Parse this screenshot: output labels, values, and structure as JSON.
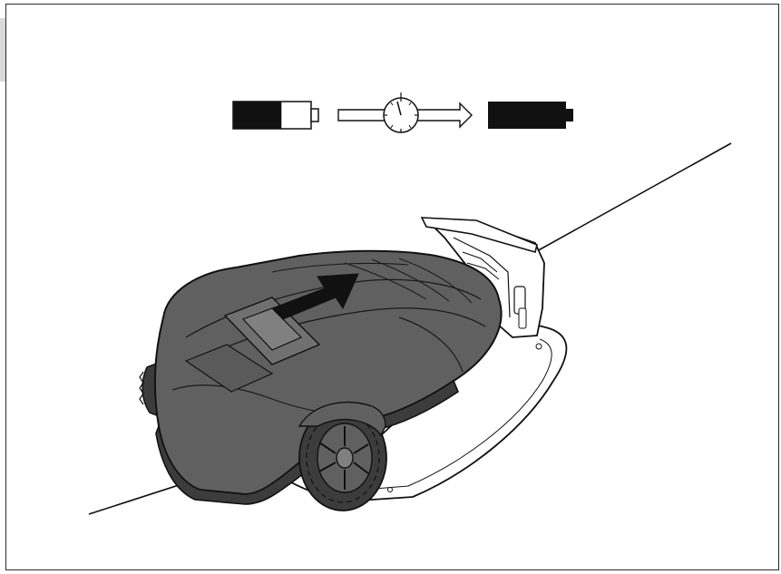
{
  "diagram": {
    "charge_sequence": {
      "start_state": "battery-low-icon",
      "process": "timer-icon",
      "end_state": "battery-full-icon"
    },
    "subject": "robotic-lawnmower",
    "station": "charging-station",
    "action": "push-arrow-icon",
    "colors": {
      "body": "#606060",
      "body_dark": "#3c3c3c",
      "outline": "#111111",
      "battery_fill": "#111111",
      "background": "#ffffff"
    },
    "charge_level": {
      "start_fraction": 0.62,
      "end_fraction": 1.0
    }
  }
}
